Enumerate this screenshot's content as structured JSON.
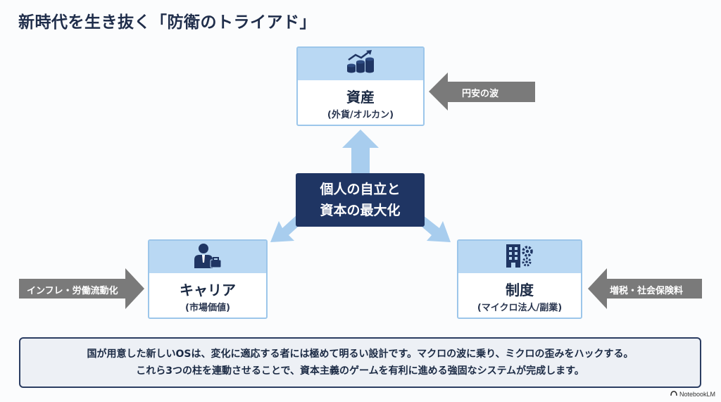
{
  "title": "新時代を生き抜く「防衛のトライアド」",
  "center": {
    "line1": "個人の自立と",
    "line2": "資本の最大化"
  },
  "nodes": {
    "top": {
      "name": "資産",
      "sub": "(外貨/オルカン)",
      "icon": "coins-growth-icon"
    },
    "left": {
      "name": "キャリア",
      "sub": "(市場価値)",
      "icon": "businessperson-icon"
    },
    "right": {
      "name": "制度",
      "sub": "(マイクロ法人/副業)",
      "icon": "building-gear-icon"
    }
  },
  "threats": {
    "top": "円安の波",
    "left": "インフレ・労働流動化",
    "right": "増税・社会保険料"
  },
  "summary": {
    "line1": "国が用意した新しいOSは、変化に適応する者には極めて明るい設計です。マクロの波に乗り、ミクロの歪みをハックする。",
    "line2": "これら3つの柱を連動させることで、資本主義のゲームを有利に進める強固なシステムが完成します。"
  },
  "brand": "NotebookLM",
  "colors": {
    "navy": "#1f3563",
    "card_header": "#b9d8f3",
    "card_border": "#9cc6ea",
    "connector": "#a8cdee",
    "threat_arrow": "#7a7a7a"
  }
}
